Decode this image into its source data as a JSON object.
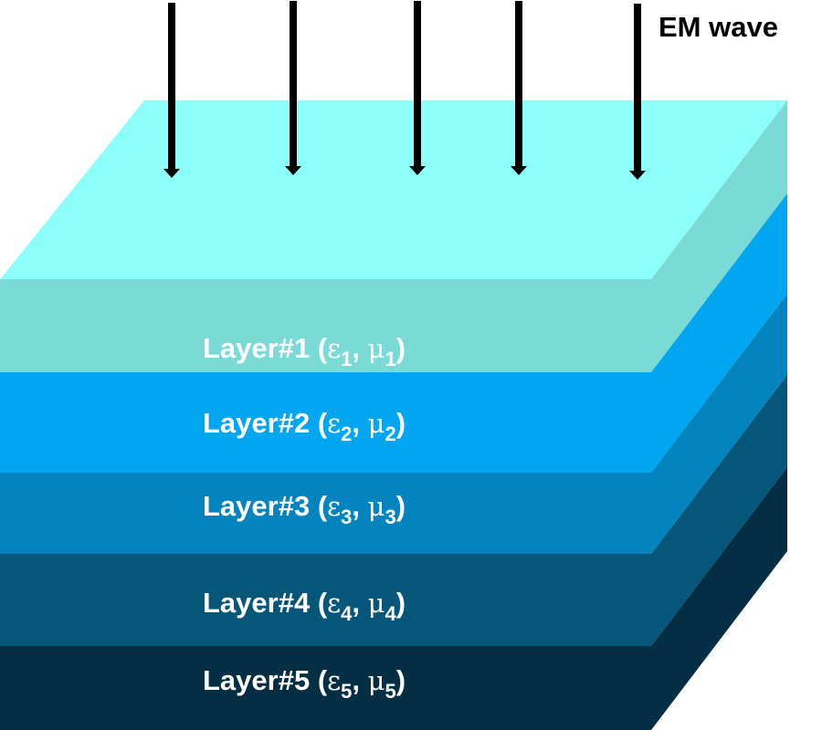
{
  "figure": {
    "em_label": "EM wave",
    "arrow_count": 5,
    "arrow_direction": "down",
    "top_face_color": "#8cfffa",
    "layers": [
      {
        "name": "Layer#1",
        "eps": "ε",
        "mu": "μ",
        "index": "1",
        "front_color": "#7adad6",
        "side_color": "#7adad6"
      },
      {
        "name": "Layer#2",
        "eps": "ε",
        "mu": "μ",
        "index": "2",
        "front_color": "#00a6f0",
        "side_color": "#00a6f0"
      },
      {
        "name": "Layer#3",
        "eps": "ε",
        "mu": "μ",
        "index": "3",
        "front_color": "#0484be",
        "side_color": "#0484be"
      },
      {
        "name": "Layer#4",
        "eps": "ε",
        "mu": "μ",
        "index": "4",
        "front_color": "#065679",
        "side_color": "#065679"
      },
      {
        "name": "Layer#5",
        "eps": "ε",
        "mu": "μ",
        "index": "5",
        "front_color": "#032e44",
        "side_color": "#032e44"
      }
    ]
  }
}
